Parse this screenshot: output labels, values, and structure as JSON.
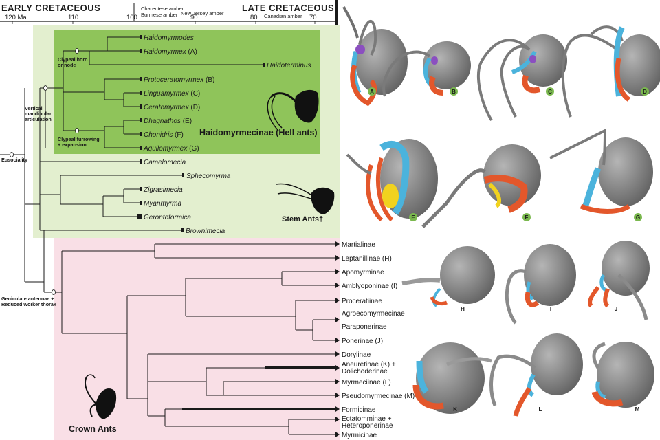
{
  "timescale": {
    "early_label": "EARLY CRETACEOUS",
    "late_label": "LATE CRETACEOUS",
    "ticks": [
      "120 Ma",
      "110",
      "100",
      "90",
      "80",
      "70"
    ],
    "ambers": {
      "charentese": "Charentese amber",
      "burmese": "Burmese amber",
      "newjersey": "New Jersey amber",
      "canadian": "Canadian amber"
    }
  },
  "nodes": {
    "eusociality": "Eusociality",
    "clypeal_horn_1": "Clypeal horn",
    "clypeal_horn_2": "or node",
    "vertical_1": "Vertical",
    "vertical_2": "mandibular",
    "vertical_3": "articulation",
    "furrowing_1": "Clypeal furrowing",
    "furrowing_2": "+ expansion",
    "geniculate_1": "Geniculate antennae +",
    "geniculate_2": "Reduced worker thorax"
  },
  "hell_ants": {
    "title": "Haidomyrmecinae (Hell ants)",
    "taxa": [
      {
        "name": "Haidomyrmodes",
        "tag": ""
      },
      {
        "name": "Haidomyrmex",
        "tag": "(A)"
      },
      {
        "name": "Haidoterminus",
        "tag": ""
      },
      {
        "name": "Protoceratomyrmex",
        "tag": "(B)"
      },
      {
        "name": "Linguamyrmex",
        "tag": "(C)"
      },
      {
        "name": "Ceratomyrmex",
        "tag": "(D)"
      },
      {
        "name": "Dhagnathos",
        "tag": "(E)"
      },
      {
        "name": "Chonidris",
        "tag": "(F)"
      },
      {
        "name": "Aquilomyrmex",
        "tag": "(G)"
      }
    ]
  },
  "stem_ants": {
    "title": "Stem Ants†",
    "taxa": [
      "Camelomecia",
      "Sphecomyrma",
      "Zigrasimecia",
      "Myanmyrma",
      "Gerontoformica",
      "Brownimecia"
    ]
  },
  "crown_ants": {
    "title": "Crown Ants",
    "taxa": [
      "Martialinae",
      "Leptanillinae (H)",
      "Apomyrminae",
      "Amblyoponinae (I)",
      "Proceratiinae",
      "Agroecomyrmecinae",
      "Paraponerinae",
      "Ponerinae (J)",
      "Dorylinae",
      "Aneuretinae (K) +",
      "Dolichoderinae",
      "Myrmeciinae (L)",
      "Pseudomyrmecinae (M)",
      "Formicinae",
      "Ectatomminae +",
      "Heteroponerinae",
      "Myrmicinae"
    ]
  },
  "panels": {
    "hell": [
      "A",
      "B",
      "C",
      "D",
      "E",
      "F",
      "G"
    ],
    "crown": [
      "H",
      "I",
      "J",
      "K",
      "L",
      "M"
    ]
  },
  "colors": {
    "stem_bg": "#e3efcf",
    "hell_bg": "#8fc45a",
    "crown_bg": "#f9dfe6",
    "head": "#8c8c8c",
    "clypeus": "#4bb3dc",
    "mandible": "#e3572b",
    "accent_purple": "#8b4fc0",
    "accent_yellow": "#f1d21e"
  }
}
